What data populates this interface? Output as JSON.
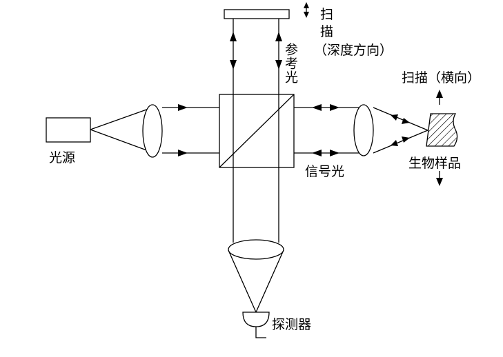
{
  "labels": {
    "light_source": "光源",
    "reference_light": "参考光",
    "scan_depth_chars": [
      "扫",
      "描"
    ],
    "scan_depth_direction": "（深度方向）",
    "scan_lateral": "扫描（横向）",
    "signal_light": "信号光",
    "sample": "生物样品",
    "detector": "探测器"
  }
}
